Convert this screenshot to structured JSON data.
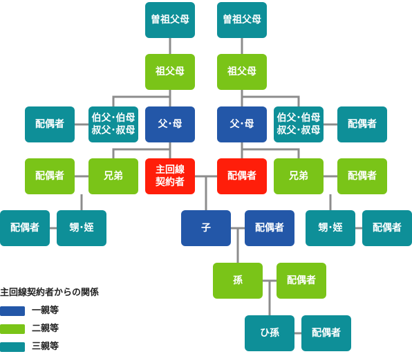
{
  "nodes": [
    {
      "id": "great-grandparents-left",
      "label": "曽祖父母",
      "degree": 3
    },
    {
      "id": "great-grandparents-right",
      "label": "曽祖父母",
      "degree": 3
    },
    {
      "id": "grandparents-left",
      "label": "祖父母",
      "degree": 2
    },
    {
      "id": "grandparents-right",
      "label": "祖父母",
      "degree": 2
    },
    {
      "id": "aunt-uncle-spouse-left",
      "label": "配偶者",
      "degree": 3
    },
    {
      "id": "aunt-uncle-left",
      "label": "伯父･伯母\n叔父･叔母",
      "degree": 3
    },
    {
      "id": "parents-left",
      "label": "父･母",
      "degree": 1
    },
    {
      "id": "parents-right",
      "label": "父･母",
      "degree": 1
    },
    {
      "id": "aunt-uncle-right",
      "label": "伯父･伯母\n叔父･叔母",
      "degree": 3
    },
    {
      "id": "aunt-uncle-spouse-right",
      "label": "配偶者",
      "degree": 3
    },
    {
      "id": "sibling-spouse-left",
      "label": "配偶者",
      "degree": 2
    },
    {
      "id": "siblings-left",
      "label": "兄弟",
      "degree": 2
    },
    {
      "id": "contract-holder",
      "label": "主回線\n契約者",
      "degree": 0
    },
    {
      "id": "spouse",
      "label": "配偶者",
      "degree": 0
    },
    {
      "id": "siblings-right",
      "label": "兄弟",
      "degree": 2
    },
    {
      "id": "sibling-spouse-right",
      "label": "配偶者",
      "degree": 2
    },
    {
      "id": "nephew-spouse-left",
      "label": "配偶者",
      "degree": 3
    },
    {
      "id": "nephew-niece-left",
      "label": "甥･姪",
      "degree": 3
    },
    {
      "id": "child",
      "label": "子",
      "degree": 1
    },
    {
      "id": "child-spouse",
      "label": "配偶者",
      "degree": 1
    },
    {
      "id": "nephew-niece-right",
      "label": "甥･姪",
      "degree": 3
    },
    {
      "id": "nephew-spouse-right",
      "label": "配偶者",
      "degree": 3
    },
    {
      "id": "grandchild",
      "label": "孫",
      "degree": 2
    },
    {
      "id": "grandchild-spouse",
      "label": "配偶者",
      "degree": 2
    },
    {
      "id": "great-grandchild",
      "label": "ひ孫",
      "degree": 3
    },
    {
      "id": "great-grandchild-spouse",
      "label": "配偶者",
      "degree": 3
    }
  ],
  "legend": {
    "title": "主回線契約者からの関係",
    "items": [
      {
        "label": "一親等",
        "color": "#2357a8"
      },
      {
        "label": "二親等",
        "color": "#7ac418"
      },
      {
        "label": "三親等",
        "color": "#0e8f98"
      }
    ]
  },
  "colors": {
    "first_degree": "#2357a8",
    "second_degree": "#7ac418",
    "third_degree": "#0e8f98",
    "contract_holder": "#ff1e0a",
    "connector": "#8c8c8c"
  }
}
